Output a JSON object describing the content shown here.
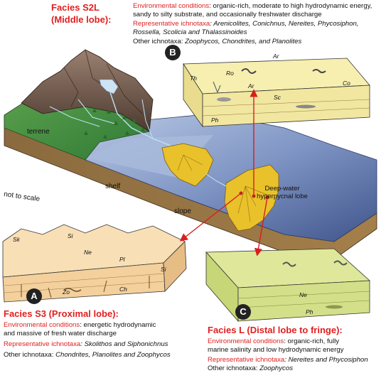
{
  "s2l": {
    "title": "Facies S2L",
    "subtitle": "(Middle lobe):",
    "env_label": "Environmental conditions",
    "env_line1": ": organic-rich, moderate to high hydrodynamic energy,",
    "env_line2": "sandy to silty substrate, and occasionally freshwater discharge",
    "rep_label": "Representative ichnotaxa",
    "rep_line1": ": Arenicolites, Conichnus, Nereites, Phycosiphon,",
    "rep_line2": "Rossella, Scolicia and Thalassinoides",
    "other_label": "Other ichnotaxa: ",
    "other_value": "Zoophycos, Chondrites, and Planolites"
  },
  "s3": {
    "title": "Facies S3 (Proximal lobe):",
    "env_label": "Environmental conditions",
    "env_line1": ": energetic hydrodynamic",
    "env_line2": "and massive of fresh water discharge",
    "rep_label": "Representative ichnotaxa",
    "rep_value": ": Skolithos and Siphonichnus",
    "other_label": "Other ichnotaxa: ",
    "other_value": "Chondrites, Planolites and Zoophycos"
  },
  "faciesL": {
    "title": "Facies L (Distal lobe to fringe):",
    "env_label": "Environmental conditions",
    "env_line1": ": organic-rich, fully",
    "env_line2": "marine salinity and low hydrodynamic energy",
    "rep_label": "Representative ichnotaxa",
    "rep_value": ": Nereites and Phycosiphon",
    "other_label": "Other ichnotaxa: ",
    "other_value": "Zoophycos"
  },
  "markers": {
    "a": "A",
    "b": "B",
    "c": "C"
  },
  "landscape": {
    "terrene": "terrene",
    "shelf": "shelf",
    "slope": "slope",
    "not_to_scale": "not to scale",
    "lobe_line1": "Deep-water",
    "lobe_line2": "hyperpycnal lobe"
  },
  "block_b_labels": [
    "Ar",
    "Ro",
    "Ar",
    "Th",
    "Sc",
    "Co",
    "Ph"
  ],
  "block_a_labels": [
    "Sk",
    "Si",
    "Ne",
    "Pl",
    "Si",
    "Zo",
    "Ch"
  ],
  "block_c_labels": [
    "Ne",
    "Ph"
  ],
  "colors": {
    "heading_red": "#e02020",
    "block_b_fill": "#f7efb0",
    "block_a_fill": "#f8dfb5",
    "block_c_fill": "#dfe89a",
    "sea_blue": "#6f87b8",
    "lobe_yellow": "#e9c12a",
    "forest_green": "#3f8b3e",
    "mountain_brown": "#6b5344",
    "arrow_red": "#d81e1e"
  }
}
